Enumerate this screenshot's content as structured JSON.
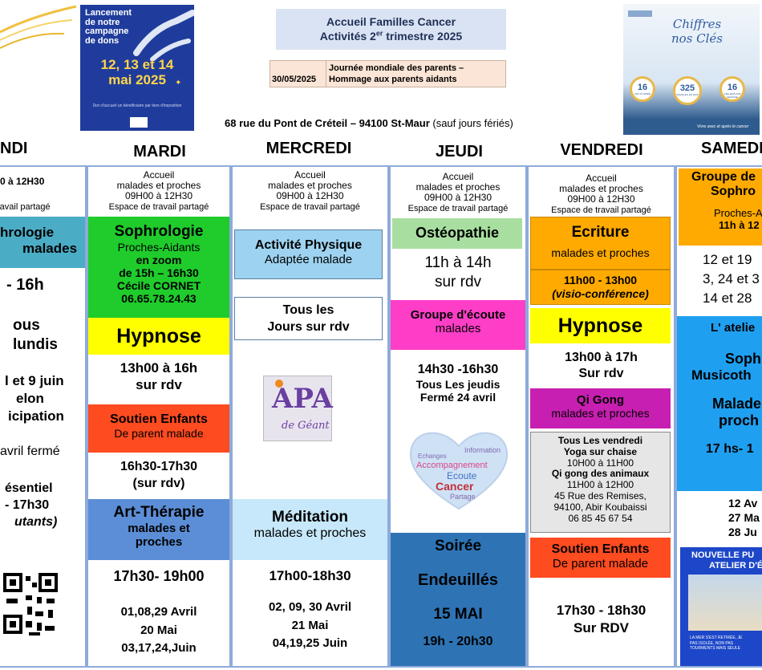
{
  "header": {
    "title_line1": "Accueil Familles Cancer",
    "title_line2_pre": "Activités 2",
    "title_line2_sup": "er",
    "title_line2_post": " trimestre 2025",
    "event_date": "30/05/2025",
    "event_line1": "Journée mondiale des parents –",
    "event_line2": "Hommage aux parents aidants",
    "address": "68 rue du Pont de Créteil – 94100 St-Maur",
    "address_note": " (sauf jours fériés)"
  },
  "campaign": {
    "line1": "Lancement",
    "line2": "de notre",
    "line3": "campagne",
    "line4": "de dons",
    "dates1": "12, 13 et 14",
    "dates2": "mai 2025",
    "fine_print": "Don d'accueil un bénéficiaire par tiers d'imposition"
  },
  "chiffres": {
    "title1": "Chiffres",
    "title2": "nos Clés",
    "n1": "16",
    "l1": "ANS D'ANNÉE",
    "n2": "325",
    "l2": "FAMILLES EN 2024",
    "n3": "16",
    "l3": "ATELIERS PAR SEMAINE",
    "footer": "Vivre avec et après le cancer"
  },
  "days": {
    "lundi": "NDI",
    "mardi": "MARDI",
    "mercredi": "MERCREDI",
    "jeudi": "JEUDI",
    "vendredi": "VENDREDI",
    "samedi": "SAMEDI"
  },
  "lundi": {
    "hours": "0 à 12H30",
    "space": "ravail partagé",
    "soph1": "hrologie",
    "soph2": "malades",
    "time": "- 16h",
    "t1": "ous",
    "t2": "lundis",
    "t3": "l et 9 juin",
    "t4": "elon",
    "t5": "icipation",
    "t6": "avril fermé",
    "t7": "ésentiel",
    "t8": "- 17h30",
    "t9": "utants)"
  },
  "mardi": {
    "accueil": "Accueil",
    "accueil_who": "malades et proches",
    "accueil_time": "09H00 à 12H30",
    "accueil_space": "Espace de travail partagé",
    "soph_title": "Sophrologie",
    "soph_who": "Proches-Aidants",
    "soph_l1": "en zoom",
    "soph_l2": "de 15h – 16h30",
    "soph_l3": "Cécile CORNET",
    "soph_l4": "06.65.78.24.43",
    "hyp_title": "Hypnose",
    "hyp_time": "13h00 à 16h",
    "hyp_rdv": "sur rdv",
    "se_title": "Soutien Enfants",
    "se_sub": "De parent malade",
    "se_time": "16h30-17h30",
    "se_rdv": "(sur rdv)",
    "art_title": "Art-Thérapie",
    "art_who1": "malades et",
    "art_who2": "proches",
    "art_time": "17h30- 19h00",
    "d1": "01,08,29 Avril",
    "d2": "20 Mai",
    "d3": "03,17,24,Juin"
  },
  "mercredi": {
    "accueil": "Accueil",
    "accueil_who": "malades et proches",
    "accueil_time": "09H00 à 12H30",
    "accueil_space": "Espace de travail partagé",
    "ap_title": "Activité Physique",
    "ap_sub": "Adaptée malade",
    "tous1": "Tous les",
    "tous2": "Jours sur rdv",
    "apa_logo": "APA",
    "apa_sub": "de Géant",
    "med_title": "Méditation",
    "med_who": "malades et proches",
    "med_time": "17h00-18h30",
    "d1": "02, 09, 30 Avril",
    "d2": "21 Mai",
    "d3": "04,19,25 Juin"
  },
  "jeudi": {
    "accueil": "Accueil",
    "accueil_who": "malades et proches",
    "accueil_time": "09H00 à 12H30",
    "accueil_space": "Espace de travail partagé",
    "osteo_title": "Ostéopathie",
    "osteo_time": "11h à 14h",
    "osteo_rdv": "sur rdv",
    "ge_title": "Groupe d'écoute",
    "ge_who": "malades",
    "ge_time": "14h30 -16h30",
    "ge_l2": "Tous Les jeudis",
    "ge_l3": "Fermé 24 avril",
    "heart_w1": "Echanges",
    "heart_w2": "Information",
    "heart_w3": "Accompagnement",
    "heart_w4": "Ecoute",
    "heart_w5": "Cancer",
    "heart_w6": "Partage",
    "soiree1": "Soirée",
    "soiree2": "Endeuillés",
    "soiree3": "15 MAI",
    "soiree4": "19h - 20h30"
  },
  "vendredi": {
    "accueil": "Accueil",
    "accueil_who": "malades et proches",
    "accueil_time": "09H00 à 12H30",
    "accueil_space": "Espace de travail partagé",
    "ecr_title": "Ecriture",
    "ecr_who": "malades et proches",
    "ecr_time": "11h00 - 13h00",
    "ecr_mode": "(visio-conférence)",
    "hyp_title": "Hypnose",
    "hyp_time": "13h00 à 17h",
    "hyp_rdv": "Sur rdv",
    "qi_title": "Qi Gong",
    "qi_who": "malades et proches",
    "t1": "Tous Les vendredi",
    "t2": "Yoga sur chaise",
    "t3": "10H00 à 11H00",
    "t4": "Qi gong des animaux",
    "t5": "11H00 à 12H00",
    "t6": "45 Rue des Remises,",
    "t7": "94100, Abir Koubaissi",
    "t8": "06 85 45 67 54",
    "se_title": "Soutien Enfants",
    "se_sub": "De parent malade",
    "se_time": "17h30 - 18h30",
    "se_rdv": "Sur RDV"
  },
  "samedi": {
    "g1": "Groupe de",
    "g2": "Sophro",
    "who": "Proches-A",
    "time": "11h à 12",
    "d1": "12 et 19",
    "d2": "3, 24 et 3",
    "d3": "14 et 28",
    "at_title": "L' atelie",
    "at1": "Soph",
    "at2": "Musicoth",
    "at3": "Malade",
    "at4": "proch",
    "at5": "17 hs- 1",
    "s1": "12 Av",
    "s2": "27 Ma",
    "s3": "28 Ju",
    "pub1": "NOUVELLE PU",
    "pub2": "ATELIER D'É",
    "pub_foot1": "LA MER S'EST RETIRÉE, JE",
    "pub_foot2": "PAS ISOLÉE, NON PAS",
    "pub_foot3": "TOURMENTS MAIS SEULE"
  }
}
